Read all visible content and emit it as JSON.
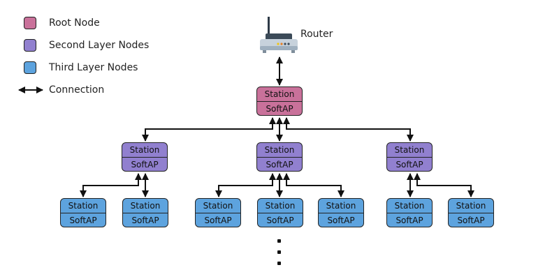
{
  "colors": {
    "root": "#c9719a",
    "second": "#9180cf",
    "third": "#5da3de",
    "line": "#111111"
  },
  "legend": {
    "root_label": "Root Node",
    "second_label": "Second Layer Nodes",
    "third_label": "Third Layer Nodes",
    "connection_label": "Connection"
  },
  "router": {
    "label": "Router",
    "icon": "router-icon"
  },
  "node_labels": {
    "top": "Station",
    "bottom": "SoftAP"
  },
  "nodes": {
    "root": {
      "layer": "root",
      "station": "Station",
      "softap": "SoftAP"
    },
    "second": [
      {
        "station": "Station",
        "softap": "SoftAP"
      },
      {
        "station": "Station",
        "softap": "SoftAP"
      },
      {
        "station": "Station",
        "softap": "SoftAP"
      }
    ],
    "third": [
      {
        "station": "Station",
        "softap": "SoftAP"
      },
      {
        "station": "Station",
        "softap": "SoftAP"
      },
      {
        "station": "Station",
        "softap": "SoftAP"
      },
      {
        "station": "Station",
        "softap": "SoftAP"
      },
      {
        "station": "Station",
        "softap": "SoftAP"
      },
      {
        "station": "Station",
        "softap": "SoftAP"
      },
      {
        "station": "Station",
        "softap": "SoftAP"
      }
    ]
  }
}
